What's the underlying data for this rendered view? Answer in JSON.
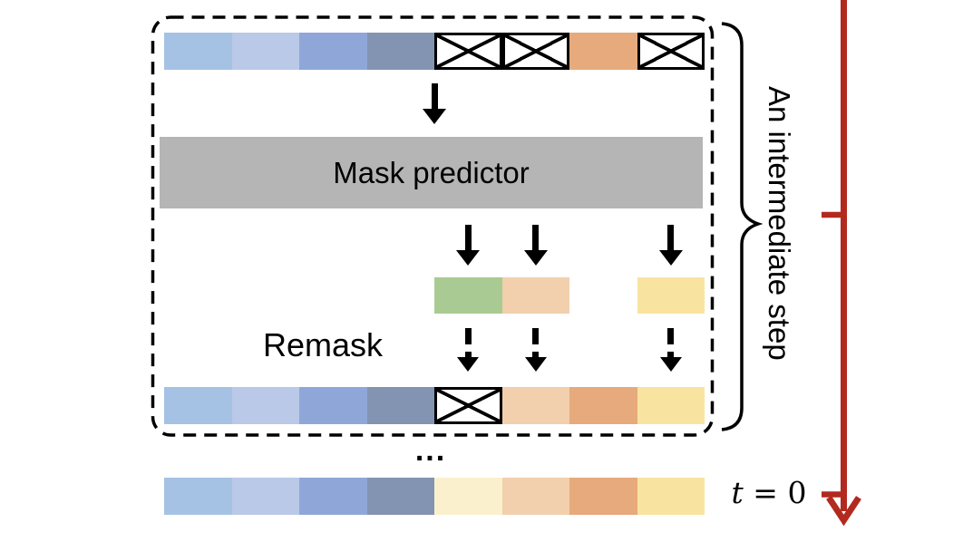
{
  "palette": {
    "blue1": "#a5c2e4",
    "blue2": "#b9c9e7",
    "blue3": "#8fa7d8",
    "blue4": "#8294b1",
    "orange": "#e6aa7c",
    "peach": "#f2cfad",
    "yellow": "#f8e4a0",
    "cream": "#faf0cd",
    "green": "#a9cb93",
    "predictor_bar": "#b5b5b5",
    "timeline_red": "#b22a1f",
    "ink": "#000000"
  },
  "labels": {
    "mask_predictor": "Mask predictor",
    "remask": "Remask",
    "ellipsis": "...",
    "t_var": "t",
    "t_eq": " = 0",
    "side_brace": "An intermediate step"
  },
  "rows": {
    "intermediate_input": {
      "tokens": [
        {
          "col": 1,
          "token": "blue1"
        },
        {
          "col": 2,
          "token": "blue2"
        },
        {
          "col": 3,
          "token": "blue3"
        },
        {
          "col": 4,
          "token": "blue4"
        },
        {
          "col": 5,
          "token": "mask"
        },
        {
          "col": 6,
          "token": "mask"
        },
        {
          "col": 7,
          "token": "orange"
        },
        {
          "col": 8,
          "token": "mask"
        }
      ]
    },
    "predicted": {
      "tokens": [
        {
          "col": 5,
          "token": "green"
        },
        {
          "col": 6,
          "token": "peach"
        },
        {
          "col": 8,
          "token": "yellow"
        }
      ]
    },
    "remasked": {
      "tokens": [
        {
          "col": 1,
          "token": "blue1"
        },
        {
          "col": 2,
          "token": "blue2"
        },
        {
          "col": 3,
          "token": "blue3"
        },
        {
          "col": 4,
          "token": "blue4"
        },
        {
          "col": 5,
          "token": "mask"
        },
        {
          "col": 6,
          "token": "peach"
        },
        {
          "col": 7,
          "token": "orange"
        },
        {
          "col": 8,
          "token": "yellow"
        }
      ]
    },
    "final": {
      "tokens": [
        {
          "col": 1,
          "token": "blue1"
        },
        {
          "col": 2,
          "token": "blue2"
        },
        {
          "col": 3,
          "token": "blue3"
        },
        {
          "col": 4,
          "token": "blue4"
        },
        {
          "col": 5,
          "token": "cream"
        },
        {
          "col": 6,
          "token": "peach"
        },
        {
          "col": 7,
          "token": "orange"
        },
        {
          "col": 8,
          "token": "yellow"
        }
      ]
    }
  },
  "arrows": {
    "predicted_cols": [
      5,
      6,
      8
    ],
    "remask_cols": [
      5,
      6,
      8
    ]
  }
}
